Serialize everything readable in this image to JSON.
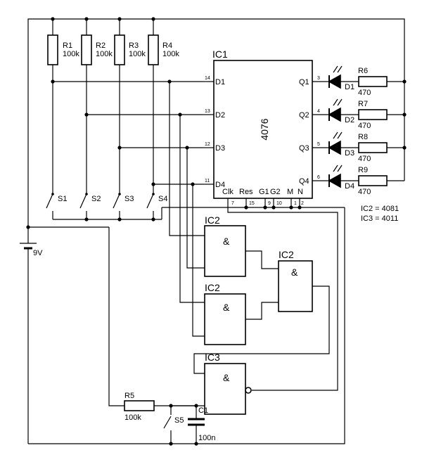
{
  "ic1": {
    "name": "IC1",
    "part": "4076",
    "inputs": [
      "D1",
      "D2",
      "D3",
      "D4"
    ],
    "input_pins": [
      "14",
      "13",
      "12",
      "11"
    ],
    "outputs": [
      "Q1",
      "Q2",
      "Q3",
      "Q4"
    ],
    "output_pins": [
      "3",
      "4",
      "5",
      "6"
    ],
    "bottom_labels": [
      "Clk",
      "Res",
      "G1",
      "G2",
      "M",
      "N"
    ],
    "bottom_pins": [
      "7",
      "15",
      "9",
      "10",
      "1",
      "2"
    ]
  },
  "resistors": [
    {
      "name": "R1",
      "value": "100k"
    },
    {
      "name": "R2",
      "value": "100k"
    },
    {
      "name": "R3",
      "value": "100k"
    },
    {
      "name": "R4",
      "value": "100k"
    },
    {
      "name": "R5",
      "value": "100k"
    },
    {
      "name": "R6",
      "value": "470"
    },
    {
      "name": "R7",
      "value": "470"
    },
    {
      "name": "R8",
      "value": "470"
    },
    {
      "name": "R9",
      "value": "470"
    }
  ],
  "leds": [
    "D1",
    "D2",
    "D3",
    "D4"
  ],
  "switches": [
    "S1",
    "S2",
    "S3",
    "S4",
    "S5"
  ],
  "gates": [
    {
      "name": "IC2",
      "symbol": "&"
    },
    {
      "name": "IC2",
      "symbol": "&"
    },
    {
      "name": "IC2",
      "symbol": "&"
    },
    {
      "name": "IC3",
      "symbol": "&"
    }
  ],
  "capacitor": {
    "name": "C1",
    "value": "100n"
  },
  "battery": {
    "value": "9V"
  },
  "notes": [
    "IC2 = 4081",
    "IC3 = 4011"
  ]
}
